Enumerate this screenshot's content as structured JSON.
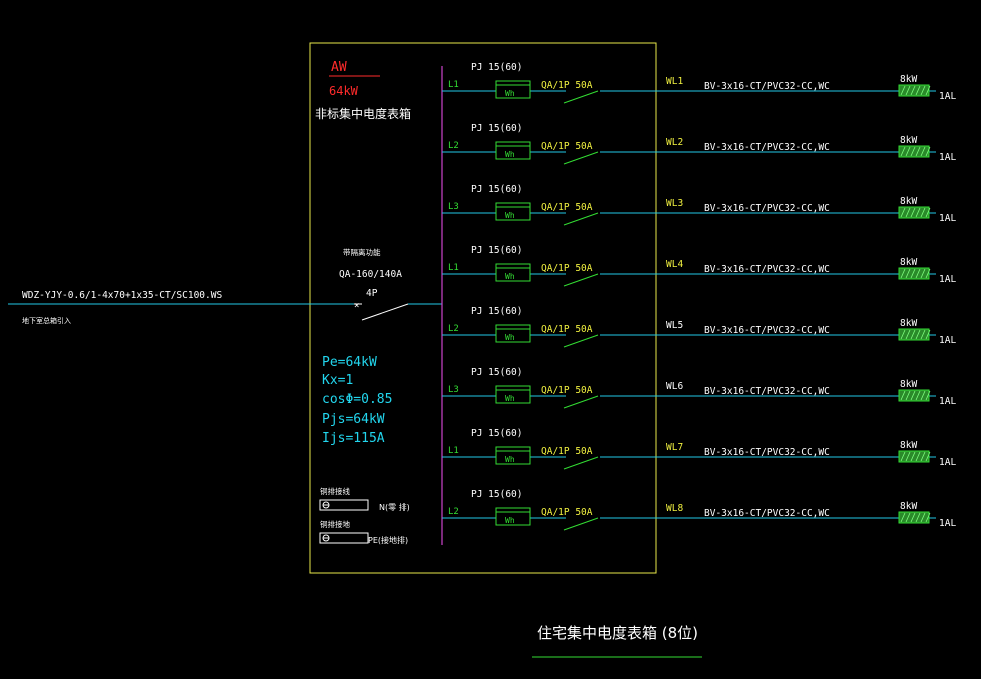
{
  "box_label": {
    "code": "AW",
    "power": "64kW",
    "name": "非标集中电度表箱"
  },
  "incoming": {
    "cable": "WDZ-YJY-0.6/1-4x70+1x35-CT/SC100.WS",
    "note": "地下室总箱引入"
  },
  "main_switch": {
    "name": "带隔离功能",
    "model": "QA-160/140A",
    "poles": "4P"
  },
  "calc": {
    "pe": "Pe=64kW",
    "kx": "Kx=1",
    "cos": "cosΦ=0.85",
    "pjs": "Pjs=64kW",
    "ijs": "Ijs=115A"
  },
  "bars": [
    {
      "title": "铜排接线",
      "label": "N(零 排)"
    },
    {
      "title": "铜排接地",
      "label": "PE(接地排)"
    }
  ],
  "circuits": [
    {
      "meter_spec": "PJ 15(60)",
      "phase": "L1",
      "meter": "Wh",
      "breaker": "QA/1P 50A",
      "id": "WL1",
      "cable": "BV-3x16-CT/PVC32-CC,WC",
      "load": "8kW",
      "unit": "1AL"
    },
    {
      "meter_spec": "PJ 15(60)",
      "phase": "L2",
      "meter": "Wh",
      "breaker": "QA/1P 50A",
      "id": "WL2",
      "cable": "BV-3x16-CT/PVC32-CC,WC",
      "load": "8kW",
      "unit": "1AL"
    },
    {
      "meter_spec": "PJ 15(60)",
      "phase": "L3",
      "meter": "Wh",
      "breaker": "QA/1P 50A",
      "id": "WL3",
      "cable": "BV-3x16-CT/PVC32-CC,WC",
      "load": "8kW",
      "unit": "1AL"
    },
    {
      "meter_spec": "PJ 15(60)",
      "phase": "L1",
      "meter": "Wh",
      "breaker": "QA/1P 50A",
      "id": "WL4",
      "cable": "BV-3x16-CT/PVC32-CC,WC",
      "load": "8kW",
      "unit": "1AL"
    },
    {
      "meter_spec": "PJ 15(60)",
      "phase": "L2",
      "meter": "Wh",
      "breaker": "QA/1P 50A",
      "id": "WL5",
      "cable": "BV-3x16-CT/PVC32-CC,WC",
      "load": "8kW",
      "unit": "1AL"
    },
    {
      "meter_spec": "PJ 15(60)",
      "phase": "L3",
      "meter": "Wh",
      "breaker": "QA/1P 50A",
      "id": "WL6",
      "cable": "BV-3x16-CT/PVC32-CC,WC",
      "load": "8kW",
      "unit": "1AL"
    },
    {
      "meter_spec": "PJ 15(60)",
      "phase": "L1",
      "meter": "Wh",
      "breaker": "QA/1P 50A",
      "id": "WL7",
      "cable": "BV-3x16-CT/PVC32-CC,WC",
      "load": "8kW",
      "unit": "1AL"
    },
    {
      "meter_spec": "PJ 15(60)",
      "phase": "L2",
      "meter": "Wh",
      "breaker": "QA/1P 50A",
      "id": "WL8",
      "cable": "BV-3x16-CT/PVC32-CC,WC",
      "load": "8kW",
      "unit": "1AL"
    }
  ],
  "footer_title": "住宅集中电度表箱 (8位)",
  "colors": {
    "background": "#000000",
    "box": "#e8e84a",
    "busbar": "#cc44cc",
    "wire": "#22c8e6",
    "text_white": "#ffffff",
    "text_red": "#ff2b2b",
    "green": "#33dd33",
    "yellow": "#f0f040",
    "cyan_text": "#22d6ee"
  }
}
